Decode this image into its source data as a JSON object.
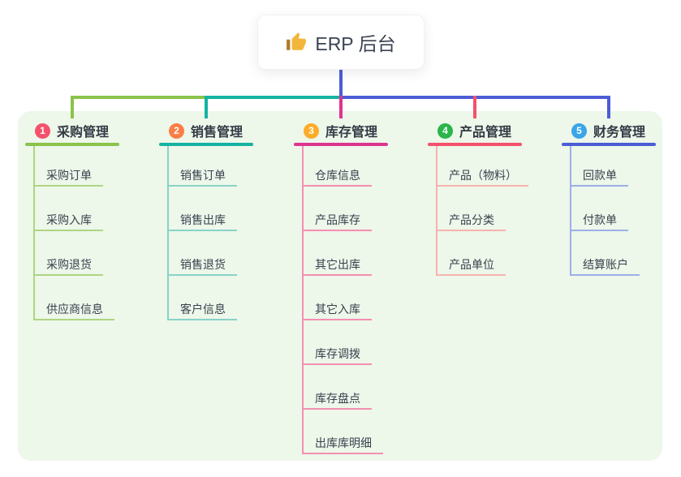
{
  "root": {
    "icon": "thumbs-up-emoji",
    "title": "ERP 后台"
  },
  "branches": [
    {
      "badge": "1",
      "label": "采购管理",
      "badge_color": "#f4516c",
      "line_color": "#8bc34a",
      "light_color": "#aed581",
      "children": [
        "采购订单",
        "采购入库",
        "采购退货",
        "供应商信息"
      ]
    },
    {
      "badge": "2",
      "label": "销售管理",
      "badge_color": "#fb7e46",
      "line_color": "#14b3a2",
      "light_color": "#87d3c6",
      "children": [
        "销售订单",
        "销售出库",
        "销售退货",
        "客户信息"
      ]
    },
    {
      "badge": "3",
      "label": "库存管理",
      "badge_color": "#fbac28",
      "line_color": "#de348f",
      "light_color": "#f48fb1",
      "children": [
        "仓库信息",
        "产品库存",
        "其它出库",
        "其它入库",
        "库存调拨",
        "库存盘点",
        "出库库明细"
      ]
    },
    {
      "badge": "4",
      "label": "产品管理",
      "badge_color": "#2bb54a",
      "line_color": "#f4516c",
      "light_color": "#f7b2ae",
      "children": [
        "产品（物料）",
        "产品分类",
        "产品单位"
      ]
    },
    {
      "badge": "5",
      "label": "财务管理",
      "badge_color": "#38a6e8",
      "line_color": "#4c5cd6",
      "light_color": "#9dafe8",
      "children": [
        "回款单",
        "付款单",
        "结算账户"
      ]
    }
  ],
  "colors": {
    "canvas_bg": "#ffffff",
    "panel_bg": "#edf7ea",
    "root_connector": "#4c5cd6",
    "root_text": "#3b4252",
    "node_text": "#39424e",
    "thumb_icon": "#f2b63c",
    "thumb_cuff": "#b07d2b"
  }
}
